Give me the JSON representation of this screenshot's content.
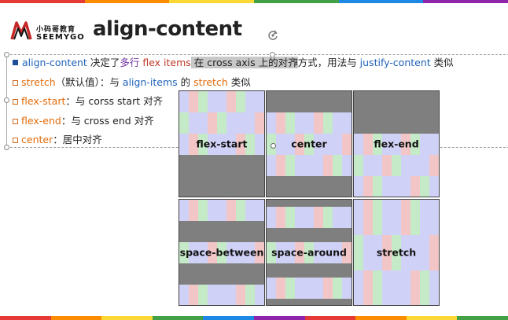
{
  "colors": {
    "top_strip": [
      "#e53935",
      "#fb8c00",
      "#fdd835",
      "#43a047",
      "#1e88e5",
      "#8e24aa"
    ],
    "bottom_strip": [
      "#e53935",
      "#fb8c00",
      "#fdd835",
      "#43a047",
      "#1e88e5",
      "#8e24aa",
      "#e53935",
      "#fb8c00",
      "#fdd835",
      "#43a047"
    ],
    "panel_bg": "#7f7f7f",
    "item_colors": [
      "#cfd1f7",
      "#f2c6c6",
      "#c5eac7",
      "#cfd1f7",
      "#cfd1f7",
      "#f2c6c6",
      "#c5eac7",
      "#cfd1f7",
      "#cfd1f7"
    ],
    "accent_blue": "#1f61b8",
    "accent_orange": "#e26b0a"
  },
  "logo": {
    "icon": "m-logo-icon",
    "cn": "小码哥教育",
    "en": "SEEMYGO"
  },
  "title": "align-content",
  "bullets": {
    "line1": {
      "a": "align-content",
      "b": " 决定了",
      "c": "多行",
      "d": " flex items",
      "e": " 在 cross axis 上",
      "f": "的对齐",
      "g": "方式，用法与 ",
      "h": "justify-content",
      "i": " 类似"
    },
    "line2": {
      "a": "stretch",
      "b": "（默认值）：与 ",
      "c": "align-items",
      "d": " 的 ",
      "e": "stretch",
      "f": " 类似"
    },
    "line3": {
      "a": "flex-start",
      "b": "：与 corss start 对齐"
    },
    "line4": {
      "a": "flex-end",
      "b": "：与 cross end 对齐"
    },
    "line5": {
      "a": "center",
      "b": "：居中对齐"
    }
  },
  "panels": [
    {
      "label": "flex-start"
    },
    {
      "label": "center"
    },
    {
      "label": "flex-end"
    },
    {
      "label": "space-between"
    },
    {
      "label": "space-around"
    },
    {
      "label": "stretch"
    }
  ]
}
